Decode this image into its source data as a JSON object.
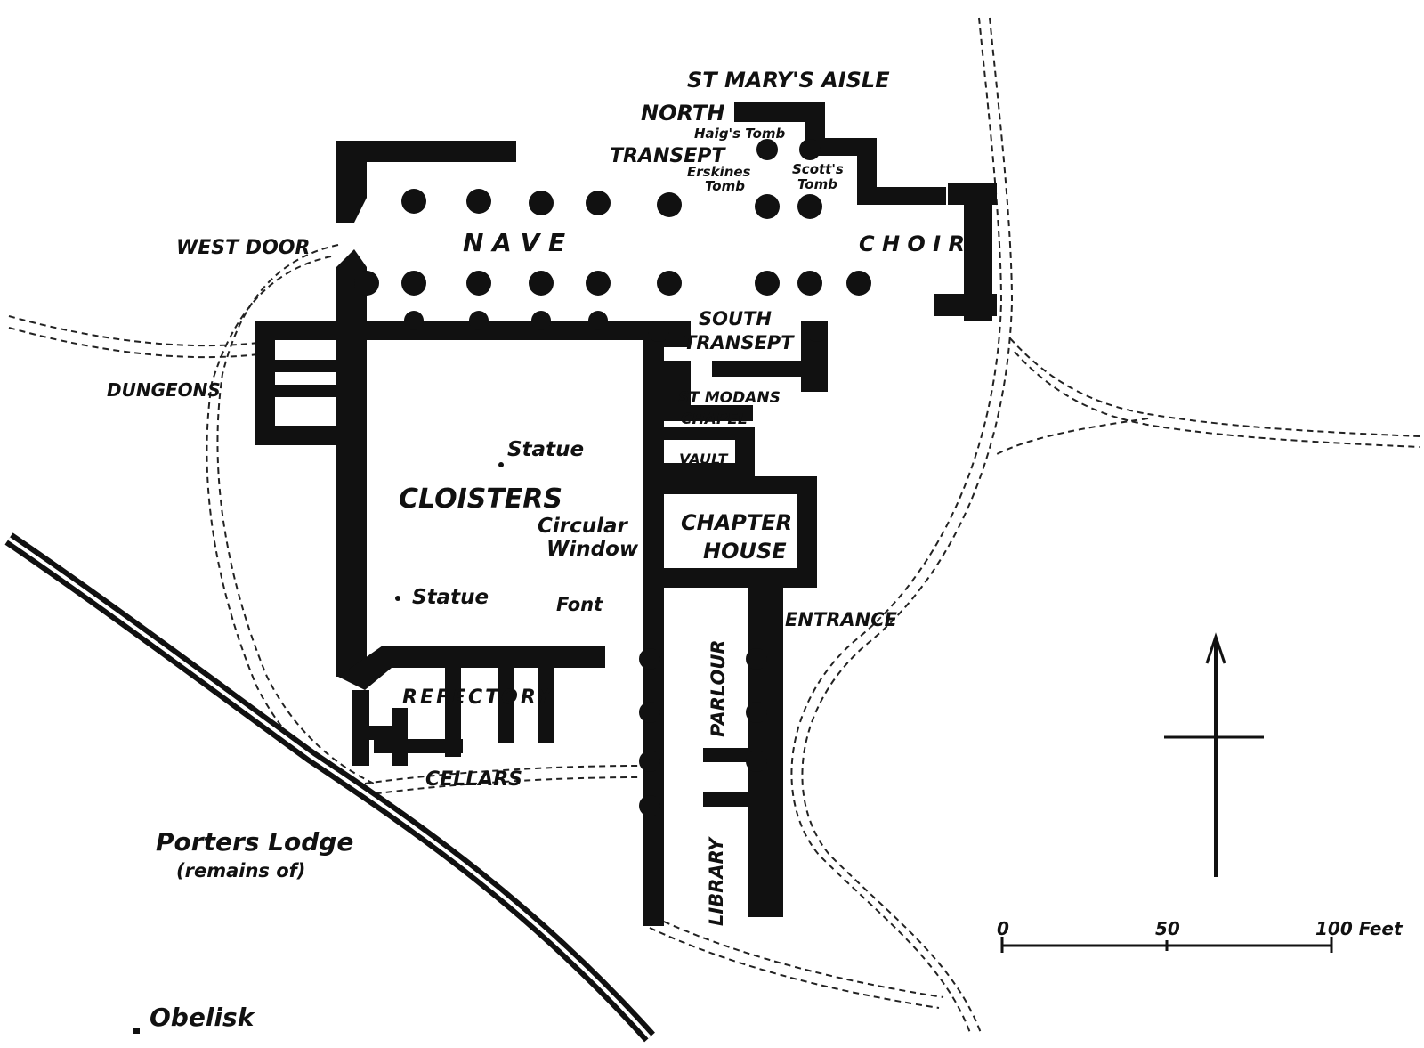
{
  "colors": {
    "ink": "#111111",
    "paper": "#ffffff"
  },
  "labels": {
    "st_marys_aisle": "ST MARY'S AISLE",
    "north": "NORTH",
    "transept": "TRANSEPT",
    "haigs_tomb": "Haig's Tomb",
    "erskines_tomb_1": "Erskines",
    "erskines_tomb_2": "Tomb",
    "scotts_tomb_1": "Scott's",
    "scotts_tomb_2": "Tomb",
    "nave": "N A V E",
    "choir": "C H O I R",
    "west_door": "WEST DOOR",
    "south": "SOUTH",
    "south_transept": "TRANSEPT",
    "dungeons": "DUNGEONS",
    "st_modans_1": "ST MODANS",
    "st_modans_2": "CHAPEL",
    "vault": "VAULT",
    "statue_1": "Statue",
    "statue_2": "Statue",
    "cloisters": "CLOISTERS",
    "circular_1": "Circular",
    "circular_2": "Window",
    "chapter_1": "CHAPTER",
    "chapter_2": "HOUSE",
    "font": "Font",
    "entrance": "ENTRANCE",
    "parlour": "PARLOUR",
    "refectory": "REFECTORY",
    "cellars": "CELLARS",
    "porters_1": "Porters Lodge",
    "porters_2": "(remains of)",
    "library": "LIBRARY",
    "obelisk": "Obelisk"
  },
  "scale_bar": {
    "tick_0": "0",
    "tick_50": "50",
    "tick_100": "100 Feet"
  }
}
